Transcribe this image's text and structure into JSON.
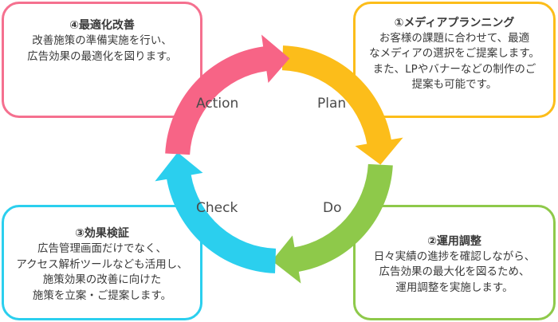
{
  "diagram": {
    "type": "PDCA cycle",
    "stages": [
      {
        "key": "plan",
        "label": "Plan",
        "color": "#fcbd1a"
      },
      {
        "key": "do",
        "label": "Do",
        "color": "#8ec94a"
      },
      {
        "key": "check",
        "label": "Check",
        "color": "#2bcfee"
      },
      {
        "key": "action",
        "label": "Action",
        "color": "#f76486"
      }
    ]
  },
  "boxes": {
    "action": {
      "title": "④最適化改善",
      "lines": [
        "改善施策の準備実施を行い、",
        "広告効果の最適化を図ります。"
      ],
      "border_color": "#f5708f"
    },
    "plan": {
      "title": "①メディアプランニング",
      "lines": [
        "お客様の課題に合わせて、最適",
        "なメディアの選択をご提案します。",
        "また、LPやバナーなどの制作のご",
        "提案も可能です。"
      ],
      "border_color": "#fcbd1a"
    },
    "check": {
      "title": "③効果検証",
      "lines": [
        "広告管理画面だけでなく、",
        "アクセス解析ツールなども活用し、",
        "施策効果の改善に向けた",
        "施策を立案・ご提案します。"
      ],
      "border_color": "#2bcfee"
    },
    "do": {
      "title": "②運用調整",
      "lines": [
        "日々実績の進捗を確認しながら、",
        "広告効果の最大化を図るため、",
        "運用調整を実施します。"
      ],
      "border_color": "#8ec94a"
    }
  }
}
